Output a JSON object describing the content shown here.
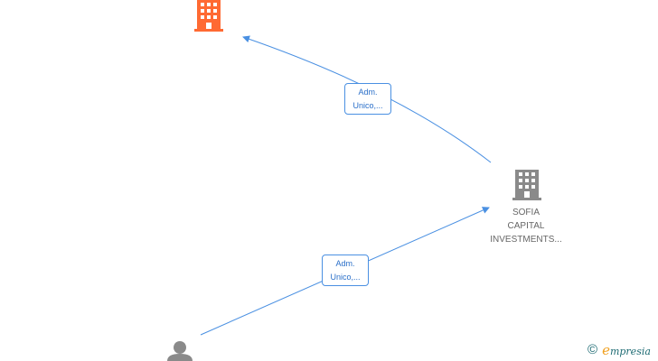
{
  "nodes": [
    {
      "id": "company-top",
      "type": "company",
      "color": "#ff6a33",
      "label_lines": []
    },
    {
      "id": "sofia",
      "type": "company",
      "color": "#8a8a8a",
      "label_lines": [
        "SOFIA",
        "CAPITAL",
        "INVESTMENTS..."
      ]
    },
    {
      "id": "person",
      "type": "person",
      "color": "#8a8a8a",
      "label_lines": []
    }
  ],
  "edges": [
    {
      "from": "sofia",
      "to": "company-top",
      "label_lines": [
        "Adm.",
        "Unico,..."
      ],
      "color": "#4a90e2"
    },
    {
      "from": "person",
      "to": "sofia",
      "label_lines": [
        "Adm.",
        "Unico,..."
      ],
      "color": "#4a90e2"
    }
  ],
  "watermark": {
    "copyright_symbol": "©",
    "brand_first_letter": "e",
    "brand_rest": "mpresia",
    "color": "#1e6b73",
    "accent_color": "#f0a020"
  }
}
